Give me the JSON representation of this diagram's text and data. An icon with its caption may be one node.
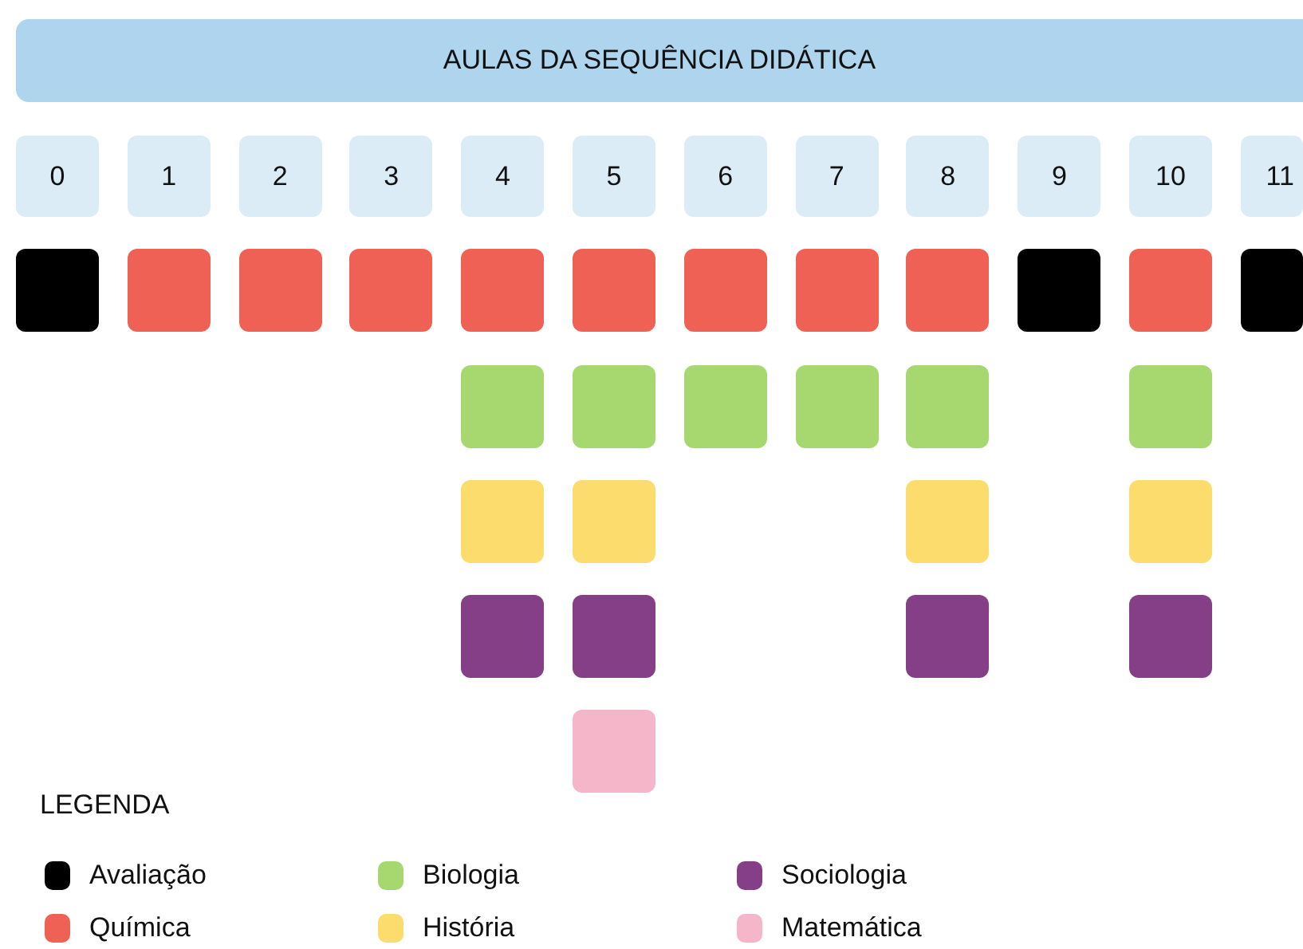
{
  "diagram": {
    "nodes": [
      {
        "text": [
          "AULAS DA SEQUÊNCIA DIDÁTICA"
        ]
      },
      {
        "text": [
          "0"
        ]
      },
      {
        "text": [
          "1"
        ]
      },
      {
        "text": [
          "2"
        ]
      },
      {
        "text": [
          "3"
        ]
      },
      {
        "text": [
          "4"
        ]
      },
      {
        "text": [
          "5"
        ]
      },
      {
        "text": [
          "6"
        ]
      },
      {
        "text": [
          "7"
        ]
      },
      {
        "text": [
          "8"
        ]
      },
      {
        "text": [
          "9"
        ]
      },
      {
        "text": [
          "10"
        ]
      },
      {
        "text": [
          "11"
        ]
      },
      {
        "text": [],
        "shape": "box"
      },
      {
        "text": [],
        "shape": "box"
      },
      {
        "text": [],
        "shape": "box"
      },
      {
        "text": [],
        "shape": "box"
      },
      {
        "text": [],
        "shape": "box"
      },
      {
        "text": [],
        "shape": "box"
      },
      {
        "text": [],
        "shape": "box"
      },
      {
        "text": [],
        "shape": "box"
      },
      {
        "text": [],
        "shape": "box"
      },
      {
        "text": [],
        "shape": "box"
      },
      {
        "text": [],
        "shape": "box"
      },
      {
        "text": [],
        "shape": "box"
      },
      {
        "text": [],
        "shape": "box"
      },
      {
        "text": [],
        "shape": "box"
      },
      {
        "text": [],
        "shape": "box"
      },
      {
        "text": [],
        "shape": "box"
      },
      {
        "text": [],
        "shape": "box"
      },
      {
        "text": [],
        "shape": "box"
      },
      {
        "text": [],
        "shape": "box"
      },
      {
        "text": [],
        "shape": "box"
      },
      {
        "text": [],
        "shape": "box"
      },
      {
        "text": [],
        "shape": "box"
      },
      {
        "text": [],
        "shape": "box"
      },
      {
        "text": [],
        "shape": "box"
      },
      {
        "text": [],
        "shape": "box"
      },
      {
        "text": [],
        "shape": "box"
      },
      {
        "text": [],
        "shape": "box"
      }
    ],
    "labels": [
      "LEGENDA"
    ],
    "legend": [
      {
        "text": "Avaliação",
        "color": "#000000"
      },
      {
        "text": "Química",
        "color": "#ef6055"
      },
      {
        "text": "Biologia",
        "color": "#a6d86f"
      },
      {
        "text": "História",
        "color": "#fddc6e"
      },
      {
        "text": "Sociologia",
        "color": "#843f86"
      },
      {
        "text": "Matemática",
        "color": "#f4b6c8"
      }
    ]
  }
}
